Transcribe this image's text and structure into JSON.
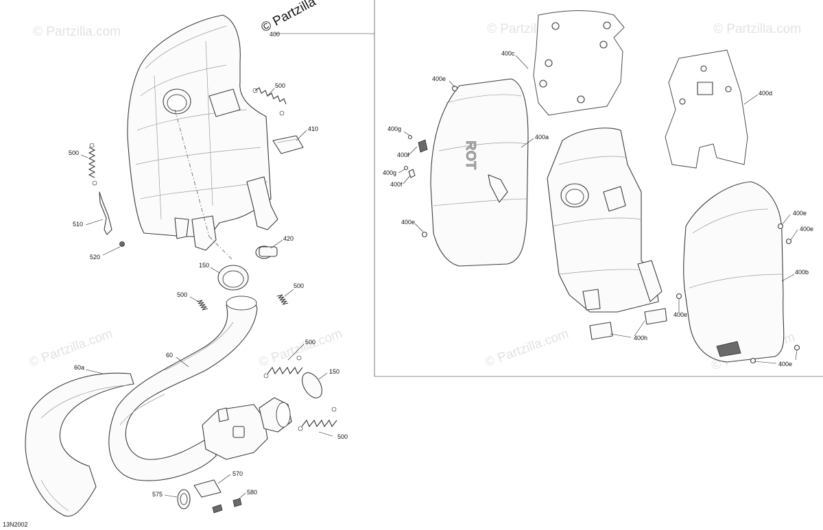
{
  "diagram": {
    "brand_text": "© Partzilla",
    "watermark_text": "© Partzilla.com",
    "figure_code": "13N2002",
    "callouts": {
      "c400": "400",
      "c500_a": "500",
      "c410": "410",
      "c500_b": "500",
      "c510": "510",
      "c520": "520",
      "c420": "420",
      "c150_a": "150",
      "c500_c": "500",
      "c500_d": "500",
      "c500_e": "500",
      "c150_b": "150",
      "c60": "60",
      "c60a": "60a",
      "c500_f": "500",
      "c570": "570",
      "c575": "575",
      "c580": "580",
      "c400c": "400c",
      "c400e_a": "400e",
      "c400g_a": "400g",
      "c400f_a": "400f",
      "c400g_b": "400g",
      "c400f_b": "400f",
      "c400a": "400a",
      "c400d": "400d",
      "c400e_b": "400e",
      "c400e_c": "400e",
      "c400e_d": "400e",
      "c400b": "400b",
      "c400e_e": "400e",
      "c400h": "400h",
      "c400e_f": "400e"
    }
  }
}
